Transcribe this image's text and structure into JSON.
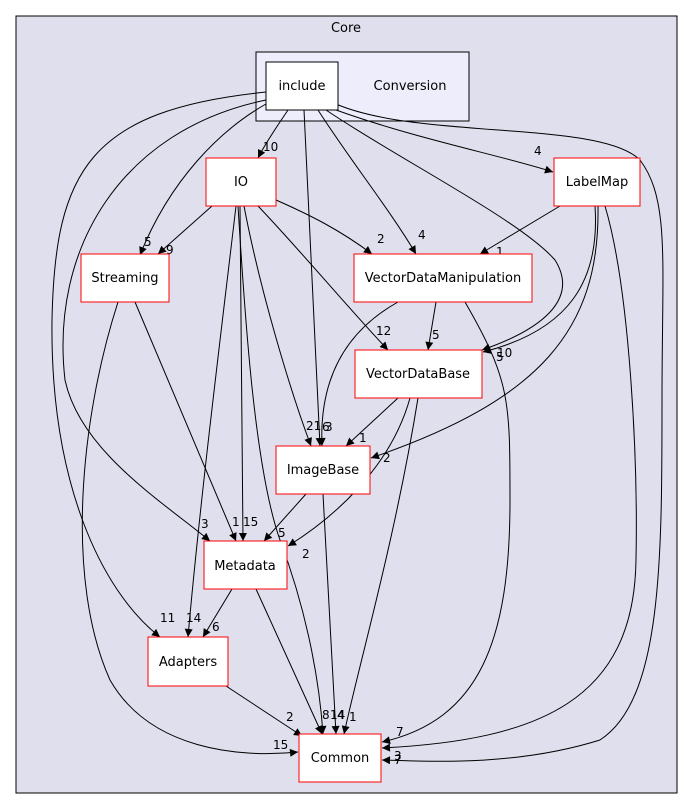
{
  "cluster": {
    "label": "Core"
  },
  "subcluster": {
    "label": "Conversion"
  },
  "nodes": {
    "include": {
      "label": "include"
    },
    "io": {
      "label": "IO"
    },
    "labelmap": {
      "label": "LabelMap"
    },
    "streaming": {
      "label": "Streaming"
    },
    "vdm": {
      "label": "VectorDataManipulation"
    },
    "vdb": {
      "label": "VectorDataBase"
    },
    "imagebase": {
      "label": "ImageBase"
    },
    "metadata": {
      "label": "Metadata"
    },
    "adapters": {
      "label": "Adapters"
    },
    "common": {
      "label": "Common"
    }
  },
  "edges": [
    {
      "from": "include",
      "to": "io",
      "label": "10"
    },
    {
      "from": "include",
      "to": "labelmap",
      "label": "4"
    },
    {
      "from": "include",
      "to": "streaming",
      "label": "5"
    },
    {
      "from": "include",
      "to": "vdm",
      "label": "4"
    },
    {
      "from": "include",
      "to": "vdb",
      "label": ""
    },
    {
      "from": "include",
      "to": "imagebase",
      "label": ""
    },
    {
      "from": "include",
      "to": "metadata",
      "label": "3"
    },
    {
      "from": "include",
      "to": "adapters",
      "label": "11"
    },
    {
      "from": "include",
      "to": "common",
      "label": "7"
    },
    {
      "from": "io",
      "to": "streaming",
      "label": "9"
    },
    {
      "from": "io",
      "to": "vdm",
      "label": "2"
    },
    {
      "from": "io",
      "to": "vdb",
      "label": "12"
    },
    {
      "from": "io",
      "to": "imagebase",
      "label": "21"
    },
    {
      "from": "io",
      "to": "metadata",
      "label": "15"
    },
    {
      "from": "io",
      "to": "adapters",
      "label": "14"
    },
    {
      "from": "io",
      "to": "common",
      "label": "8"
    },
    {
      "from": "labelmap",
      "to": "vdm",
      "label": "1"
    },
    {
      "from": "labelmap",
      "to": "vdb",
      "label": "10"
    },
    {
      "from": "labelmap",
      "to": "imagebase",
      "label": ""
    },
    {
      "from": "labelmap",
      "to": "common",
      "label": "3"
    },
    {
      "from": "streaming",
      "to": "metadata",
      "label": "1"
    },
    {
      "from": "streaming",
      "to": "common",
      "label": "15"
    },
    {
      "from": "vdm",
      "to": "vdb",
      "label": "5"
    },
    {
      "from": "vdm",
      "to": "imagebase",
      "label": "6"
    },
    {
      "from": "vdm",
      "to": "common",
      "label": "7"
    },
    {
      "from": "vdb",
      "to": "imagebase",
      "label": "1"
    },
    {
      "from": "vdb",
      "to": "metadata",
      "label": "2"
    },
    {
      "from": "vdb",
      "to": "common",
      "label": "1"
    },
    {
      "from": "imagebase",
      "to": "metadata",
      "label": "5"
    },
    {
      "from": "imagebase",
      "to": "common",
      "label": "4"
    },
    {
      "from": "metadata",
      "to": "adapters",
      "label": "6"
    },
    {
      "from": "metadata",
      "to": "common",
      "label": "14"
    },
    {
      "from": "adapters",
      "to": "common",
      "label": "2"
    }
  ],
  "extra_edge_labels": [
    "2",
    "5",
    "3"
  ]
}
